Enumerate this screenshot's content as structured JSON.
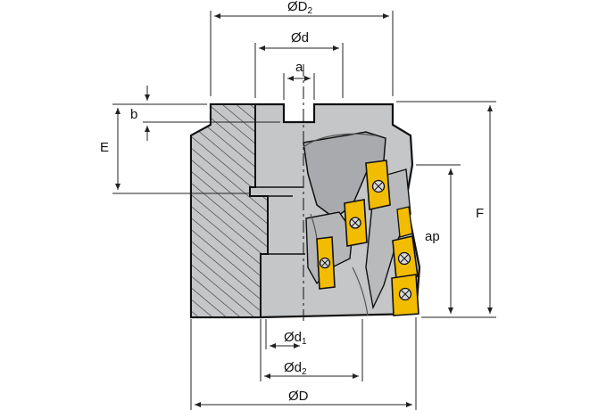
{
  "labels": {
    "D2_main": "ØD",
    "D2_sub": "2",
    "d": "Ød",
    "a": "a",
    "b": "b",
    "E": "E",
    "F": "F",
    "ap": "ap",
    "d1_main": "Ød",
    "d1_sub": "1",
    "d2_main": "Ød",
    "d2_sub": "2",
    "D": "ØD"
  },
  "colors": {
    "body": "#c5c6c8",
    "body_dark": "#a8aaad",
    "outline": "#111111",
    "insert": "#f2bd00",
    "insert_edge": "#8a6a00",
    "dim": "#222222"
  }
}
